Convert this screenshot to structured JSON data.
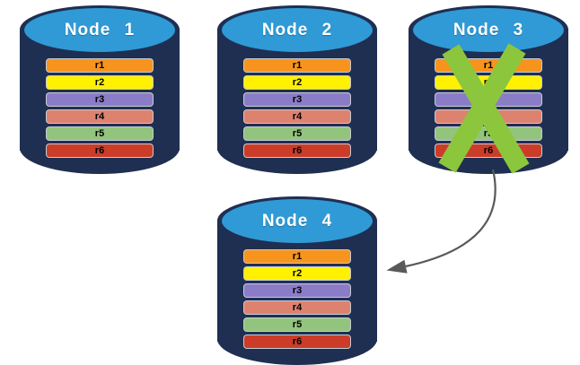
{
  "diagram": {
    "background": "#ffffff",
    "colors": {
      "cylinder_body": "#1f2f52",
      "cylinder_top_face": "#2f9ad6",
      "node_title_text": "#ffffff",
      "record_text": "#000000",
      "failure_x": "#8cc63c",
      "arrow": "#595959"
    },
    "record_colors": {
      "r1": "#f7941d",
      "r2": "#fff100",
      "r3": "#8b7cc8",
      "r4": "#de8270",
      "r5": "#93c47d",
      "r6": "#cb3d28"
    },
    "nodes": [
      {
        "id": "node-1",
        "label": "Node 1",
        "failed": false,
        "records": [
          "r1",
          "r2",
          "r3",
          "r4",
          "r5",
          "r6"
        ]
      },
      {
        "id": "node-2",
        "label": "Node 2",
        "failed": false,
        "records": [
          "r1",
          "r2",
          "r3",
          "r4",
          "r5",
          "r6"
        ]
      },
      {
        "id": "node-3",
        "label": "Node 3",
        "failed": true,
        "records": [
          "r1",
          "r2",
          "r3",
          "r4",
          "r5",
          "r6"
        ]
      },
      {
        "id": "node-4",
        "label": "Node 4",
        "failed": false,
        "records": [
          "r1",
          "r2",
          "r3",
          "r4",
          "r5",
          "r6"
        ]
      }
    ],
    "arrow": {
      "from": "node-3",
      "to": "node-4"
    }
  }
}
